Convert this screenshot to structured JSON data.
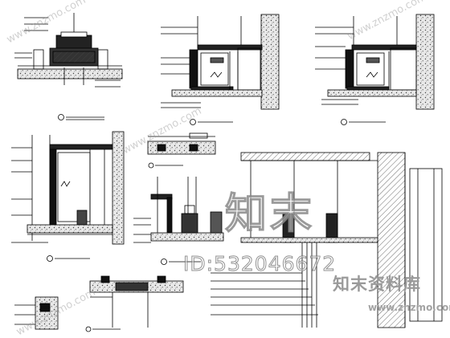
{
  "watermarks": {
    "brand_cn": "知末",
    "id_label": "ID:532046672",
    "site_cn": "知末资料库",
    "site_url": "www.znzmo.com",
    "diagonal": [
      "www.znzmo.com",
      "www.znzmo.com",
      "www.znzmo.com",
      "www.znzmo.com"
    ]
  },
  "colors": {
    "line": "#000000",
    "fill_dark": "#1a1a1a",
    "hatch": "#555555",
    "watermark": "#9a9a9a"
  }
}
